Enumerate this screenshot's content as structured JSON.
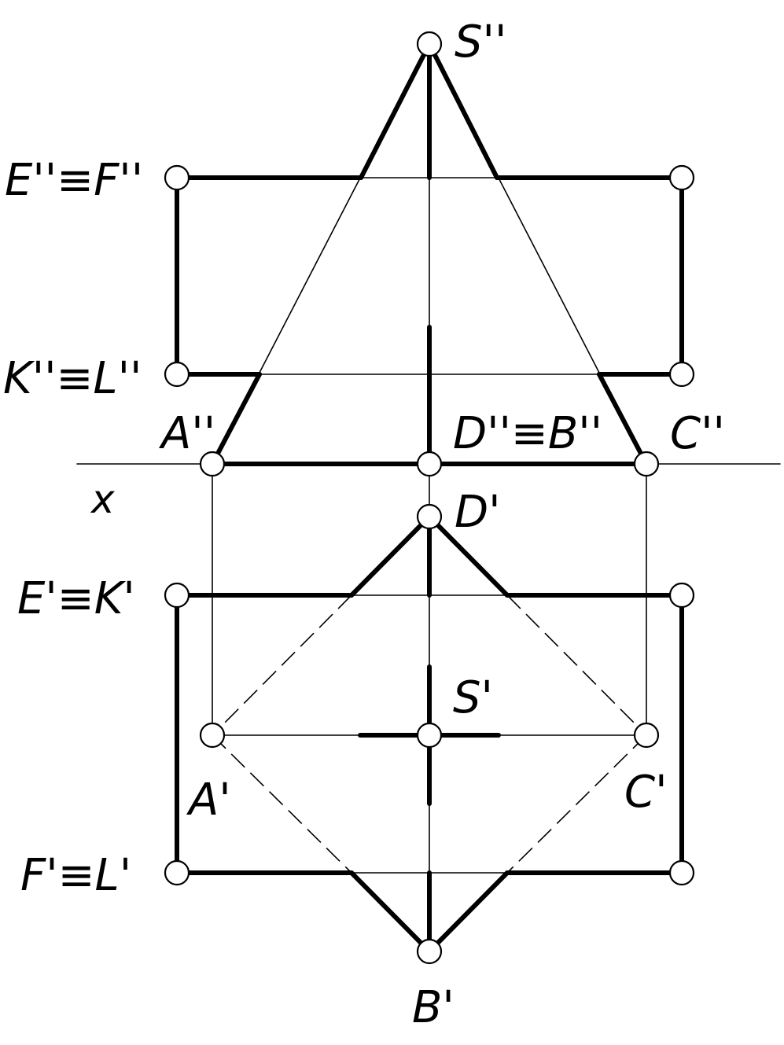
{
  "diagram": {
    "axis_label": "x",
    "labels": {
      "s2": "S''",
      "ef2": "E''≡F''",
      "kl2": "K''≡L''",
      "a2": "A''",
      "db2": "D''≡B''",
      "c2": "C''",
      "d1": "D'",
      "ek1": "E'≡K'",
      "s1": "S'",
      "a1": "A'",
      "c1": "C'",
      "fl1": "F'≡L'",
      "b1": "B'"
    }
  }
}
